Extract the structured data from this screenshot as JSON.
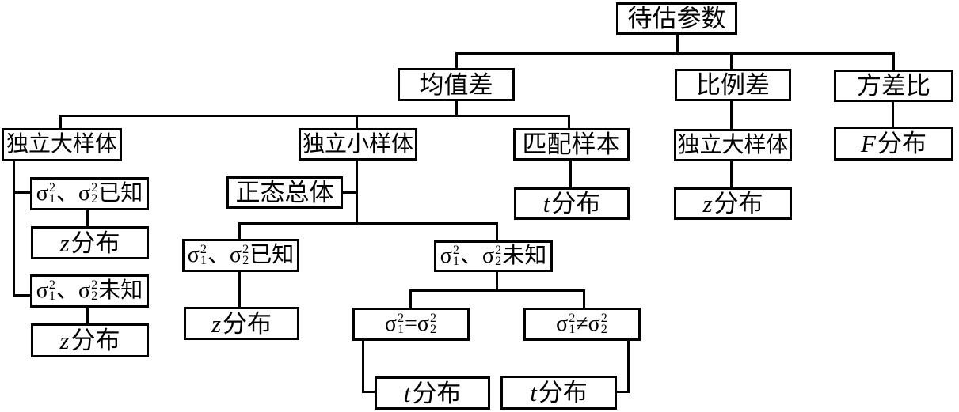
{
  "diagram": {
    "kind": "flowchart-tree",
    "background_color": "#ffffff",
    "line_color": "#000000",
    "box_border_color": "#000000",
    "text_color": "#000000",
    "nodes": {
      "root": {
        "label": "待估参数"
      },
      "mean_diff": {
        "label": "均值差"
      },
      "prop_diff": {
        "label": "比例差"
      },
      "var_ratio": {
        "label": "方差比"
      },
      "indep_large_left": {
        "label": "独立大样体"
      },
      "indep_small": {
        "label": "独立小样体"
      },
      "matched_sample": {
        "label": "匹配样本"
      },
      "indep_large_right": {
        "label": "独立大样体"
      },
      "f_dist": {
        "label": "*F*分布"
      },
      "sigma_known_left": {
        "label": "σ{2|1}、σ{2|2}已知"
      },
      "z_dist_left1": {
        "label": "*z*分布"
      },
      "sigma_unknown_left": {
        "label": "σ{2|1}、σ{2|2}未知"
      },
      "z_dist_left2": {
        "label": "*z*分布"
      },
      "normal_pop": {
        "label": "正态总体"
      },
      "sigma_known_mid": {
        "label": "σ{2|1}、σ{2|2}已知"
      },
      "z_dist_mid": {
        "label": "*z*分布"
      },
      "sigma_unknown_mid": {
        "label": "σ{2|1}、σ{2|2}未知"
      },
      "sigma_equal": {
        "label": "σ{2|1}=σ{2|2}"
      },
      "sigma_not_equal": {
        "label": "σ{2|1}≠σ{2|2}"
      },
      "t_dist_equal": {
        "label": "*t*分布"
      },
      "t_dist_not_equal": {
        "label": "*t*分布"
      },
      "t_dist_matched": {
        "label": "*t*分布"
      },
      "z_dist_right": {
        "label": "*z*分布"
      }
    },
    "edges": [
      [
        "root",
        "mean_diff"
      ],
      [
        "root",
        "prop_diff"
      ],
      [
        "root",
        "var_ratio"
      ],
      [
        "mean_diff",
        "indep_large_left"
      ],
      [
        "mean_diff",
        "indep_small"
      ],
      [
        "mean_diff",
        "matched_sample"
      ],
      [
        "indep_large_left",
        "sigma_known_left"
      ],
      [
        "sigma_known_left",
        "z_dist_left1"
      ],
      [
        "indep_large_left",
        "sigma_unknown_left"
      ],
      [
        "sigma_unknown_left",
        "z_dist_left2"
      ],
      [
        "indep_small",
        "normal_pop"
      ],
      [
        "indep_small",
        "sigma_known_mid"
      ],
      [
        "sigma_known_mid",
        "z_dist_mid"
      ],
      [
        "indep_small",
        "sigma_unknown_mid"
      ],
      [
        "sigma_unknown_mid",
        "sigma_equal"
      ],
      [
        "sigma_equal",
        "t_dist_equal"
      ],
      [
        "sigma_unknown_mid",
        "sigma_not_equal"
      ],
      [
        "sigma_not_equal",
        "t_dist_not_equal"
      ],
      [
        "matched_sample",
        "t_dist_matched"
      ],
      [
        "prop_diff",
        "indep_large_right"
      ],
      [
        "indep_large_right",
        "z_dist_right"
      ],
      [
        "var_ratio",
        "f_dist"
      ]
    ]
  }
}
